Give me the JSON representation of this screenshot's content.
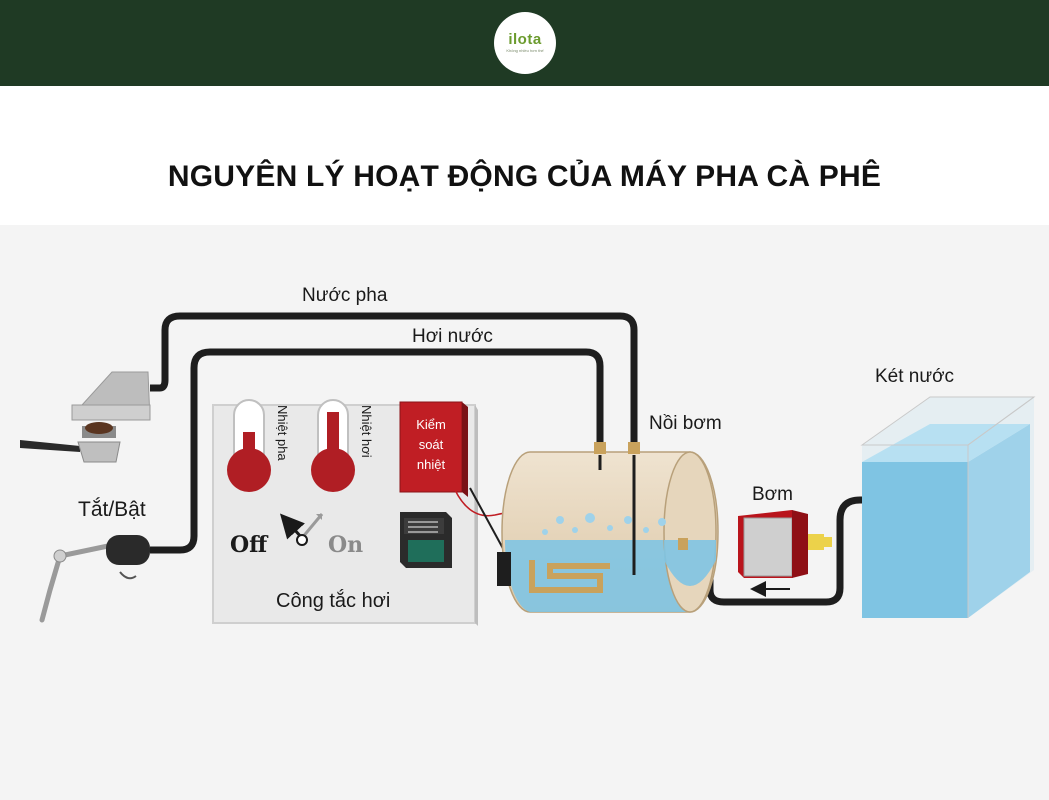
{
  "header": {
    "logo_text": "ilota",
    "logo_tagline": "Không nhiều hơn thế",
    "bg_color": "#1f3a24"
  },
  "page_title": "NGUYÊN LÝ HOẠT ĐỘNG CỦA MÁY PHA CÀ PHÊ",
  "labels": {
    "brew_water": "Nước pha",
    "steam": "Hơi nước",
    "boiler": "Nồi bơm",
    "water_tank": "Két nước",
    "pump": "Bơm",
    "on_off": "Tắt/Bật",
    "brew_temp": "Nhiệt pha",
    "steam_temp": "Nhiệt hơi",
    "temp_control": "Kiểm soát nhiệt",
    "off": "Off",
    "on": "On",
    "steam_switch": "Công tắc hơi"
  },
  "colors": {
    "water": "#7fc4e3",
    "pipe": "#1e1e1e",
    "thermometer": "#b01e24",
    "control_box": "#c01e24",
    "panel": "#e9e9e9"
  }
}
